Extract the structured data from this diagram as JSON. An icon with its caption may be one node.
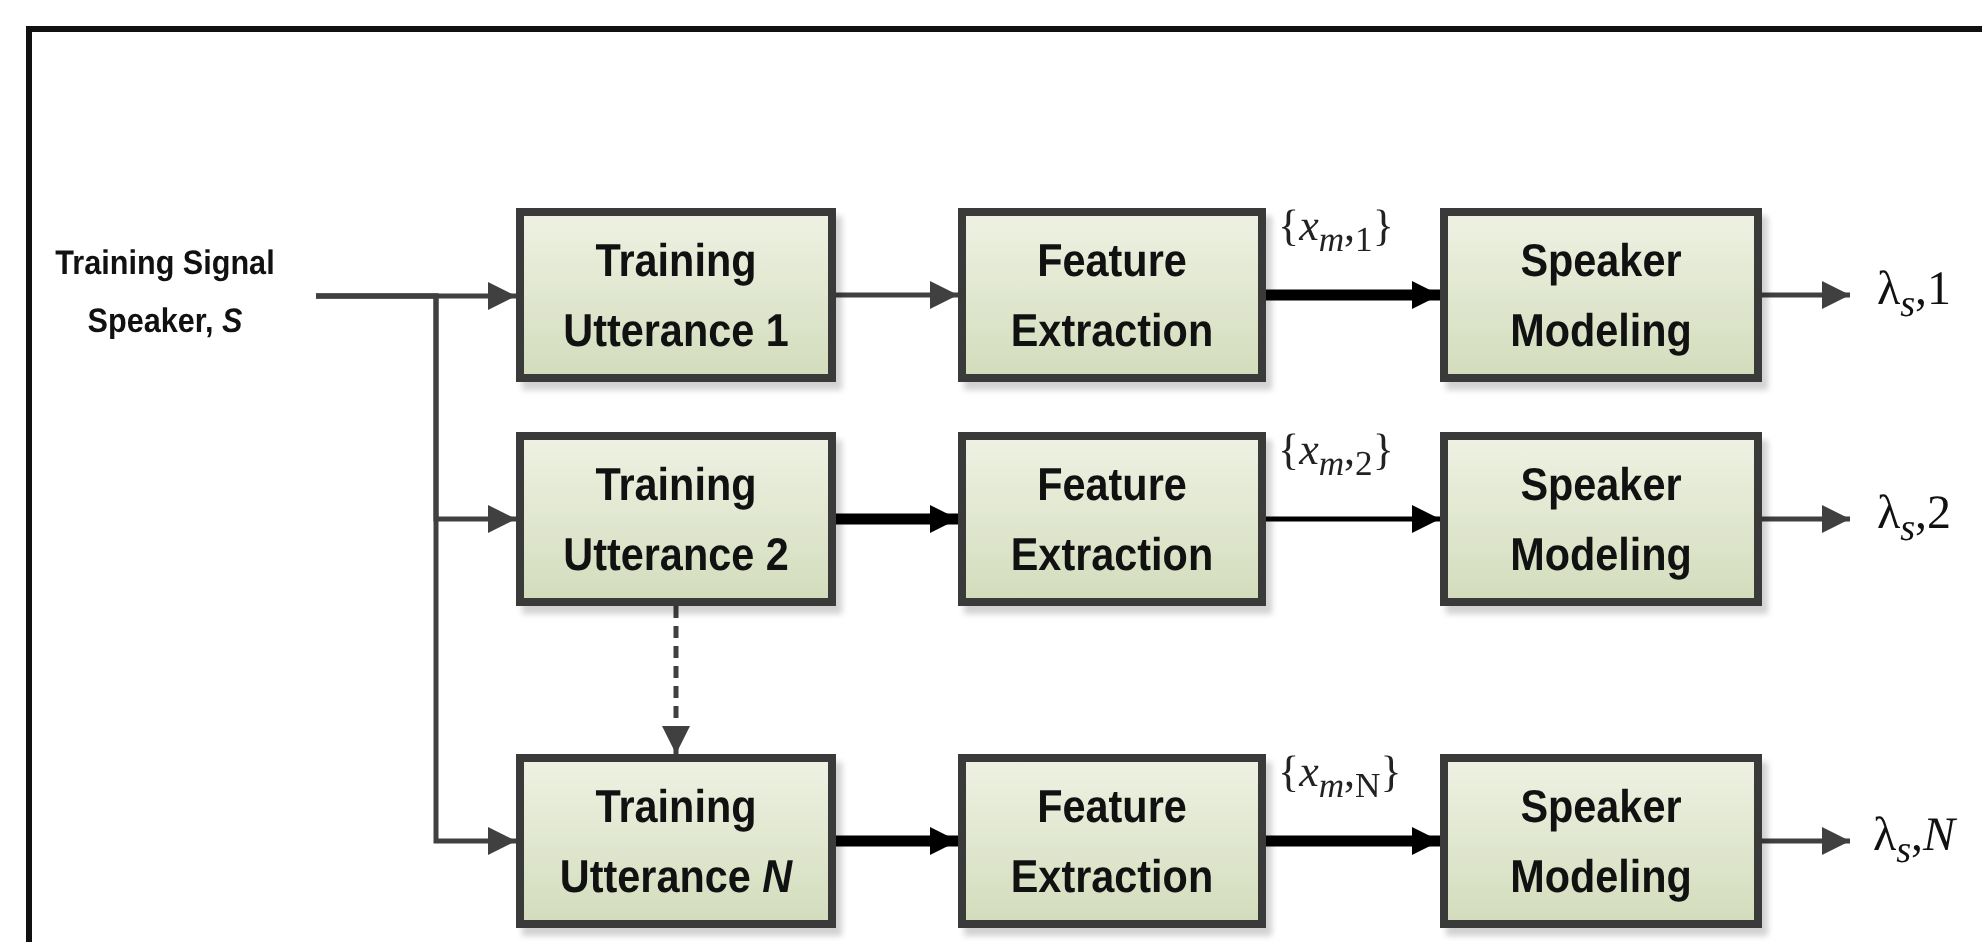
{
  "diagram": {
    "nodes": [
      {
        "text": [
          "Training Signal Speaker, *S*"
        ]
      },
      {
        "text": [
          "Training Utterance 1"
        ]
      },
      {
        "text": [
          "Feature Extraction"
        ]
      },
      {
        "text": [
          "Speaker Modeling"
        ]
      },
      {
        "text": [
          "λ$_{s}$,1"
        ]
      },
      {
        "text": [
          "Training Utterance 2"
        ]
      },
      {
        "text": [
          "Feature Extraction"
        ]
      },
      {
        "text": [
          "Speaker Modeling"
        ]
      },
      {
        "text": [
          "λ$_{s}$,2"
        ]
      },
      {
        "text": [
          "Training Utterance *N*"
        ]
      },
      {
        "text": [
          "Feature Extraction"
        ]
      },
      {
        "text": [
          "Speaker Modeling"
        ]
      },
      {
        "text": [
          "λ$_{s}$,*N*"
        ]
      }
    ],
    "edges": [
      {
        "from": 0,
        "to": 1,
        "arrow": "to"
      },
      {
        "from": 0,
        "to": 5,
        "arrow": "to"
      },
      {
        "from": 0,
        "to": 9,
        "arrow": "to"
      },
      {
        "from": 1,
        "to": 2,
        "arrow": "to"
      },
      {
        "from": 2,
        "to": 3,
        "arrow": "to",
        "label": "{*x*$_{m}$,$_{1}$}",
        "style": "thick",
        "color": "#000000"
      },
      {
        "from": 3,
        "to": 4,
        "arrow": "to"
      },
      {
        "from": 5,
        "to": 6,
        "arrow": "to",
        "style": "thick",
        "color": "#000000"
      },
      {
        "from": 6,
        "to": 7,
        "arrow": "to",
        "label": "{*x*$_{m}$,$_{2}$}",
        "color": "#000000"
      },
      {
        "from": 7,
        "to": 8,
        "arrow": "to"
      },
      {
        "from": 5,
        "to": 9,
        "arrow": "to",
        "style": "dashed"
      },
      {
        "from": 9,
        "to": 10,
        "arrow": "to",
        "style": "thick",
        "color": "#000000"
      },
      {
        "from": 10,
        "to": 11,
        "arrow": "to",
        "label": "{*x*$_{m}$,$_{N}$}",
        "style": "thick",
        "color": "#000000"
      },
      {
        "from": 11,
        "to": 12,
        "arrow": "to"
      }
    ]
  }
}
